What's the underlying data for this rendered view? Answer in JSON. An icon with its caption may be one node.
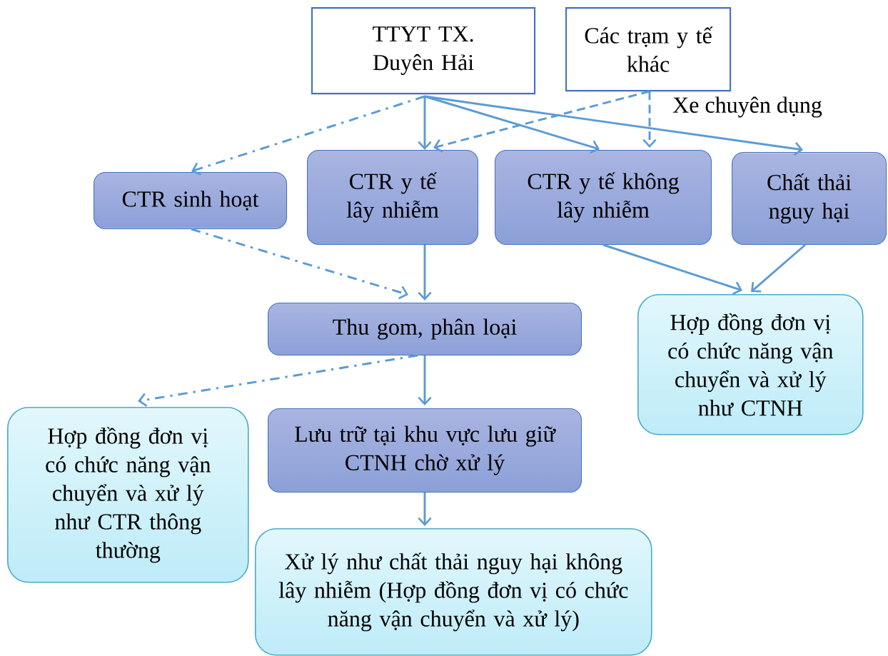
{
  "diagram": {
    "nodes": [
      {
        "text": [
          "TTYT TX. Duyên Hải"
        ]
      },
      {
        "text": [
          "Các trạm y tế khác"
        ]
      },
      {
        "text": [
          "CTR sinh hoạt"
        ]
      },
      {
        "text": [
          "CTR y tế lây nhiễm"
        ]
      },
      {
        "text": [
          "CTR y tế không lây nhiễm"
        ]
      },
      {
        "text": [
          "Chất thải nguy hại"
        ]
      },
      {
        "text": [
          "Thu gom, phân loại"
        ]
      },
      {
        "text": [
          "Hợp đồng đơn vị có chức năng vận chuyển và xử lý như CTNH"
        ]
      },
      {
        "text": [
          "Hợp đồng đơn vị có chức năng vận chuyển và xử lý như CTR thông thường"
        ]
      },
      {
        "text": [
          "Lưu trữ tại khu vực lưu giữ CTNH chờ xử lý"
        ]
      },
      {
        "text": [
          "Xử lý như chất thải nguy hại không lây nhiễm (Hợp đồng đơn vị có chức năng vận chuyển và xử lý)"
        ]
      }
    ],
    "edges": [
      {
        "from": 0,
        "to": 2,
        "arrow": "to",
        "style": "dashed"
      },
      {
        "from": 0,
        "to": 3,
        "arrow": "to"
      },
      {
        "from": 0,
        "to": 4,
        "arrow": "to"
      },
      {
        "from": 0,
        "to": 5,
        "arrow": "to"
      },
      {
        "from": 1,
        "to": 3,
        "arrow": "to",
        "style": "dashed"
      },
      {
        "from": 1,
        "to": 4,
        "arrow": "to",
        "style": "dashed",
        "label": "Xe chuyên dụng"
      },
      {
        "from": 2,
        "to": 6,
        "arrow": "to",
        "style": "dashed"
      },
      {
        "from": 3,
        "to": 6,
        "arrow": "to"
      },
      {
        "from": 4,
        "to": 7,
        "arrow": "to"
      },
      {
        "from": 5,
        "to": 7,
        "arrow": "to"
      },
      {
        "from": 6,
        "to": 8,
        "arrow": "to",
        "style": "dashed"
      },
      {
        "from": 6,
        "to": 9,
        "arrow": "to"
      },
      {
        "from": 9,
        "to": 10,
        "arrow": "to"
      }
    ]
  }
}
